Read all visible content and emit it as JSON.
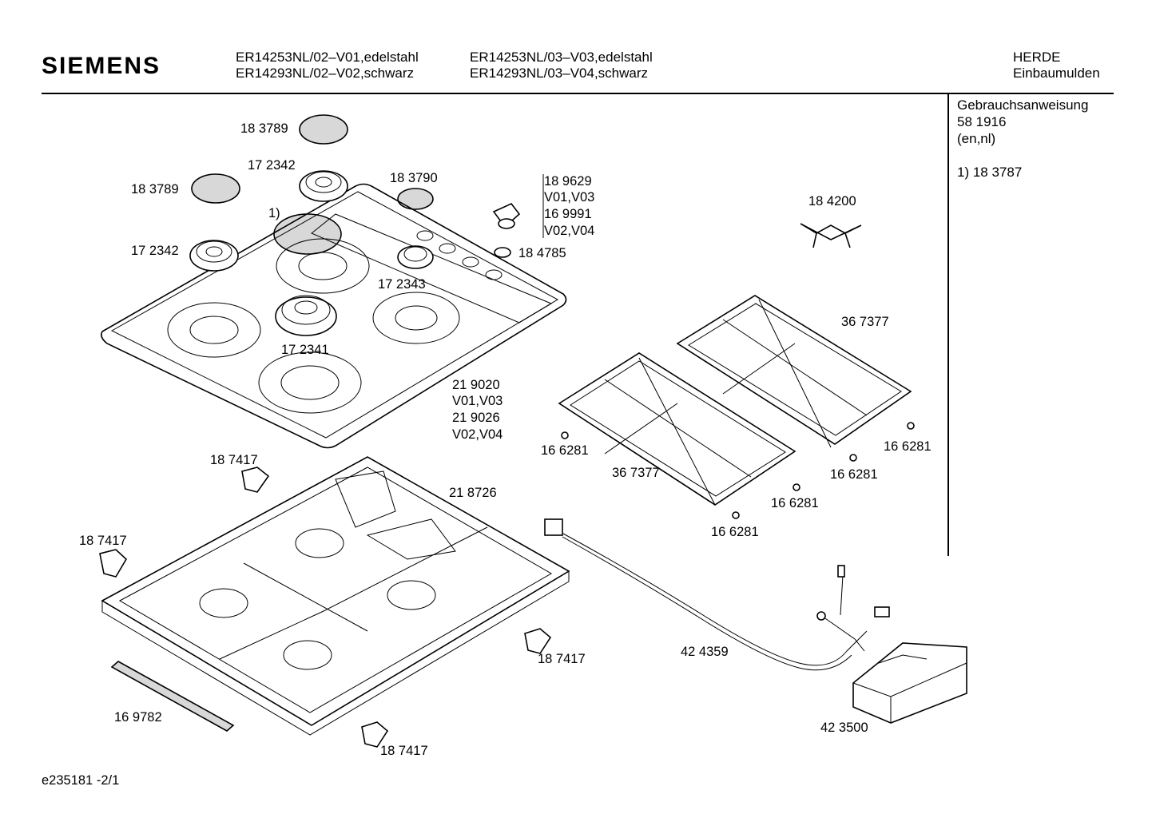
{
  "header": {
    "brand": "SIEMENS",
    "models_col1": [
      "ER14253NL/02–V01,edelstahl",
      "ER14293NL/02–V02,schwarz"
    ],
    "models_col2": [
      "ER14253NL/03–V03,edelstahl",
      "ER14293NL/03–V04,schwarz"
    ],
    "category": [
      "HERDE",
      "Einbaumulden"
    ]
  },
  "sidebar": {
    "manual_title": "Gebrauchsanweisung",
    "manual_number": "58 1916",
    "manual_langs": "(en,nl)",
    "note": "1)  18 3787"
  },
  "labels": {
    "cap_top": "18 3789",
    "burner_back": "17 2342",
    "cap_left": "18 3789",
    "cap_small": "18 3790",
    "ref_1": "1)",
    "burner_left": "17 2342",
    "knob_a": "18 9629",
    "knob_a_var": "V01,V03",
    "knob_b": "16 9991",
    "knob_b_var": "V02,V04",
    "knob_ring": "18 4785",
    "burner_small": "17 2343",
    "burner_large": "17 2341",
    "wok_ring": "18 4200",
    "grate_right": "36 7377",
    "hob_a": "21 9020",
    "hob_a_var": "V01,V03",
    "hob_b": "21 9026",
    "hob_b_var": "V02,V04",
    "foot_1": "16 6281",
    "grate_left": "36 7377",
    "foot_2": "16 6281",
    "foot_3": "16 6281",
    "foot_4": "16 6281",
    "foot_5": "16 6281",
    "clip_1": "18 7417",
    "tray": "21 8726",
    "clip_2": "18 7417",
    "clip_3": "18 7417",
    "clip_4": "18 7417",
    "seal": "16 9782",
    "cable": "42 4359",
    "ignition": "42 3500"
  },
  "footer": {
    "doc_id": "e235181 -2/1"
  }
}
